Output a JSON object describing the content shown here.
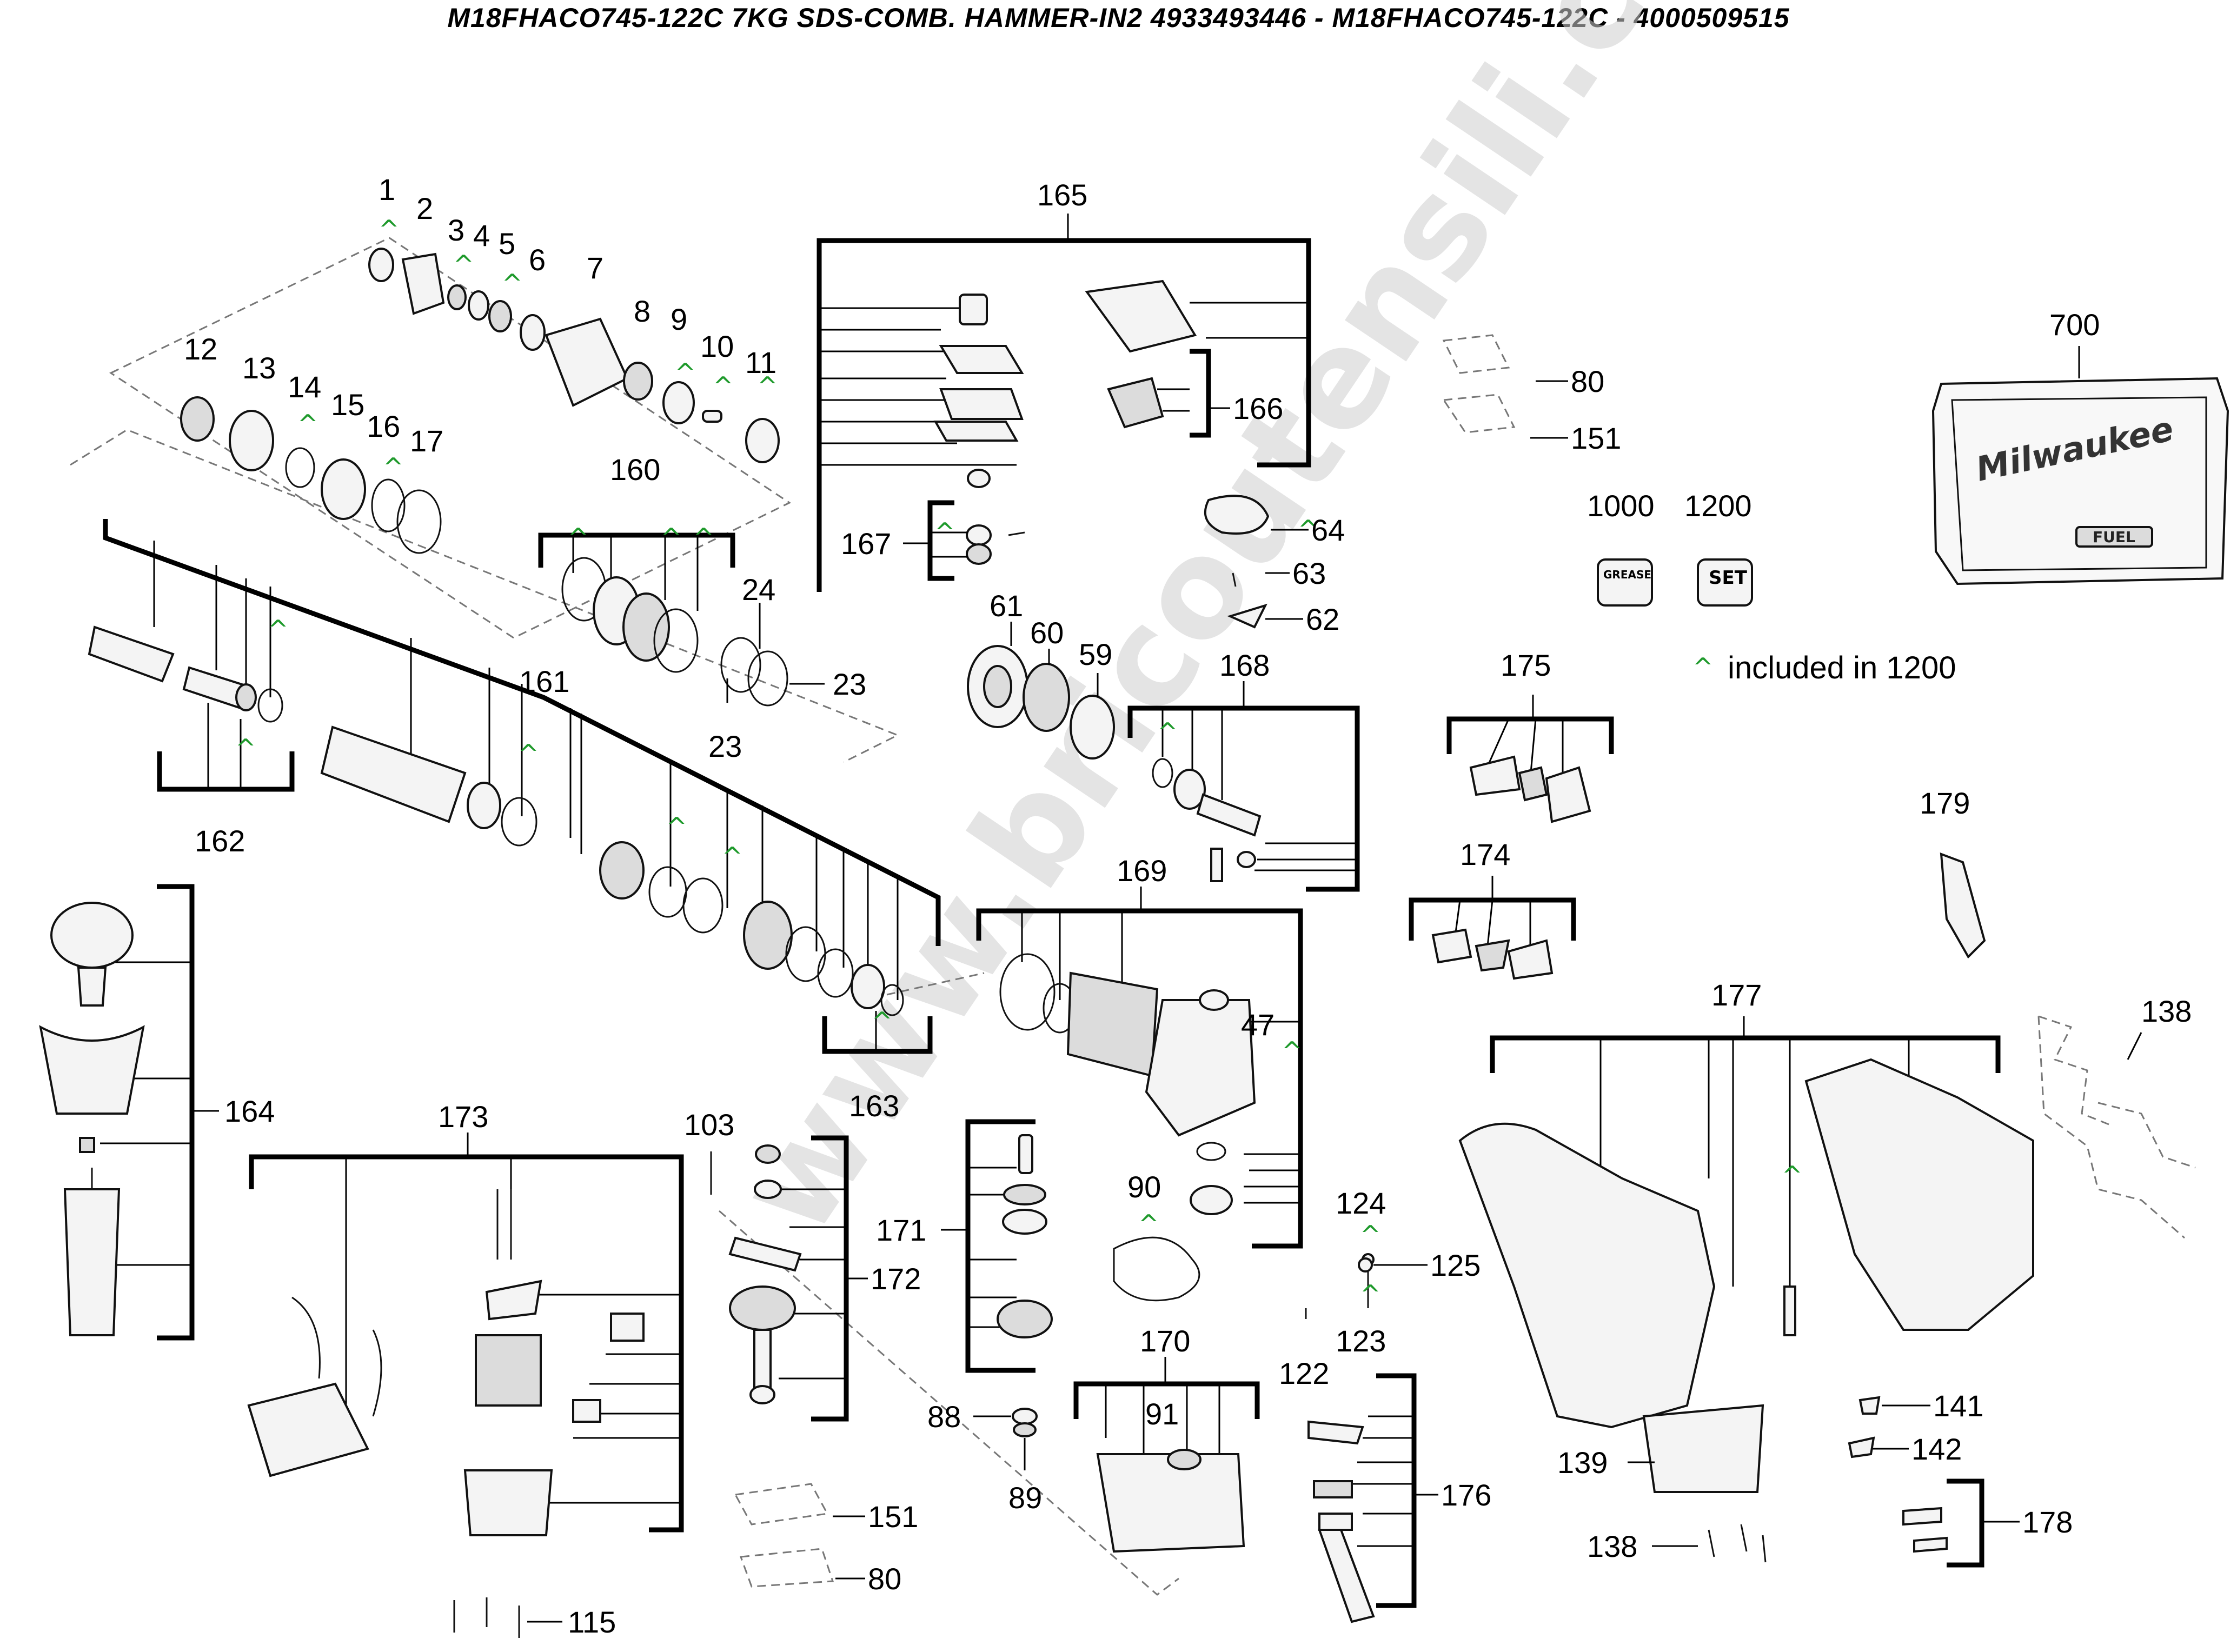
{
  "title": "M18FHACO745-122C 7KG SDS-COMB. HAMMER-IN2 4933493446 - M18FHACO745-122C - 4000509515",
  "watermark": "www.bricoutensili.com",
  "legend": {
    "marker": "^",
    "text": "included in 1200"
  },
  "grease_label": "GREASE",
  "set_label": "SET",
  "case_brand": "Milwaukee",
  "case_badge": "FUEL",
  "caret_color": "#1f9a2c",
  "labels": {
    "p1": "1",
    "p2": "2",
    "p3": "3",
    "p4": "4",
    "p5": "5",
    "p6": "6",
    "p7": "7",
    "p8": "8",
    "p9": "9",
    "p10": "10",
    "p11": "11",
    "p12": "12",
    "p13": "13",
    "p14": "14",
    "p15": "15",
    "p16": "16",
    "p17": "17",
    "p23a": "23",
    "p23b": "23",
    "p24": "24",
    "p47": "47",
    "p59": "59",
    "p60": "60",
    "p61": "61",
    "p62": "62",
    "p63": "63",
    "p64": "64",
    "p80a": "80",
    "p80b": "80",
    "p88": "88",
    "p89": "89",
    "p90": "90",
    "p91": "91",
    "p103": "103",
    "p115": "115",
    "p122": "122",
    "p123": "123",
    "p124": "124",
    "p125": "125",
    "p138a": "138",
    "p138b": "138",
    "p139": "139",
    "p141": "141",
    "p142": "142",
    "p151a": "151",
    "p151b": "151",
    "p160": "160",
    "p161": "161",
    "p162": "162",
    "p163": "163",
    "p164": "164",
    "p165": "165",
    "p166": "166",
    "p167": "167",
    "p168": "168",
    "p169": "169",
    "p170": "170",
    "p171": "171",
    "p172": "172",
    "p173": "173",
    "p174": "174",
    "p175": "175",
    "p176": "176",
    "p177": "177",
    "p178": "178",
    "p179": "179",
    "p700": "700",
    "p1000": "1000",
    "p1200": "1200"
  }
}
